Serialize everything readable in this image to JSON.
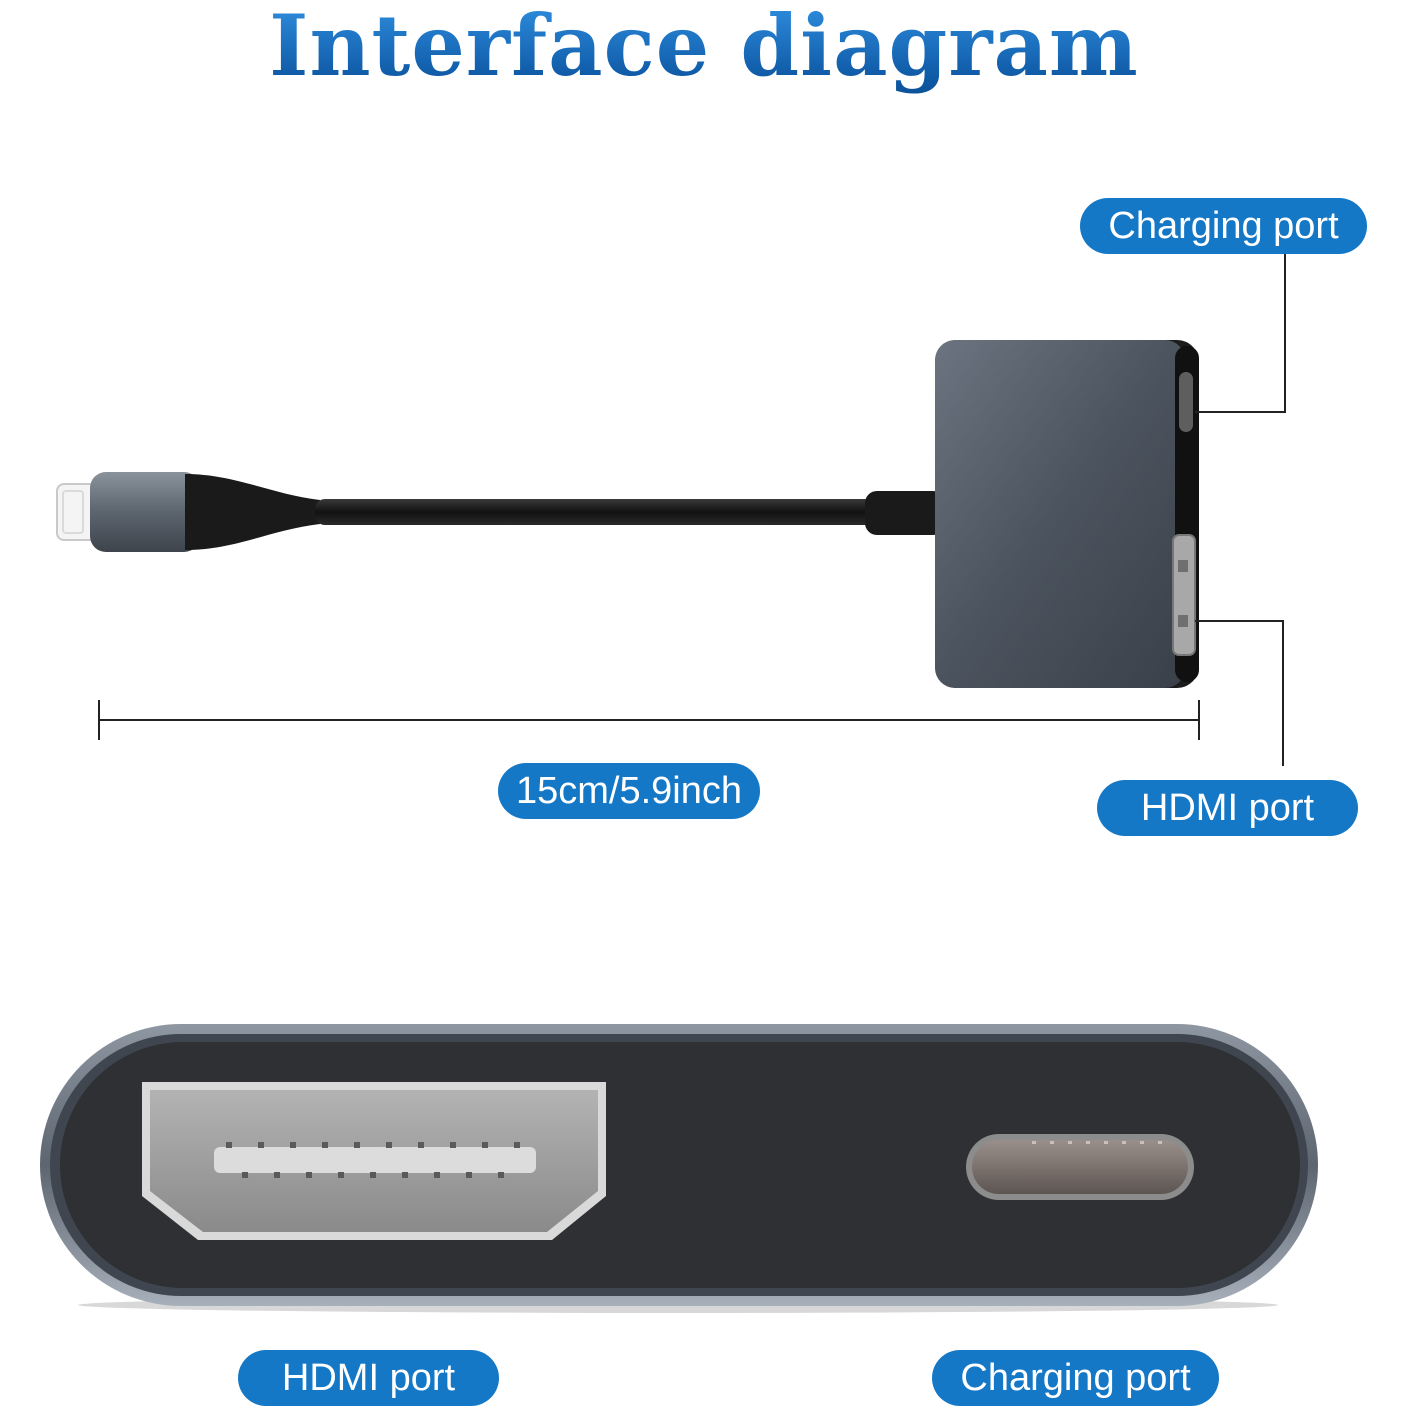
{
  "title": "Interface diagram",
  "labels": {
    "charging_port_top": "Charging port",
    "hdmi_port_right": "HDMI port",
    "length": "15cm/5.9inch",
    "hdmi_port_bottom": "HDMI port",
    "charging_port_bottom": "Charging port"
  },
  "colors": {
    "title_blue": "#1669b9",
    "pill_blue": "#1578c6",
    "adapter_gray": "#4a5260",
    "cable_black": "#141414"
  }
}
